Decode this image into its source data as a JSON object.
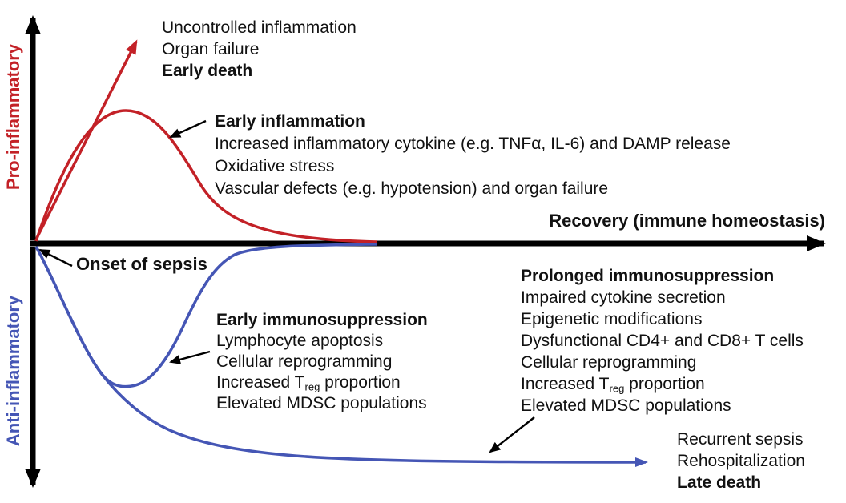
{
  "colors": {
    "pro_red": "#c32127",
    "anti_blue": "#4556b5",
    "axis_black": "#000000"
  },
  "axes": {
    "y_top_label": "Pro-inflammatory",
    "y_bottom_label": "Anti-inflammatory",
    "x_label": "Recovery (immune homeostasis)"
  },
  "onset": {
    "label": "Onset of sepsis"
  },
  "blocks": {
    "early_death": {
      "line1": "Uncontrolled inflammation",
      "line2": "Organ failure",
      "line3_bold": "Early death"
    },
    "early_inflammation": {
      "title": "Early inflammation",
      "line1": "Increased inflammatory cytokine (e.g. TNFα, IL-6) and DAMP release",
      "line2": "Oxidative stress",
      "line3": "Vascular defects (e.g. hypotension) and organ failure"
    },
    "early_immunosuppression": {
      "title": "Early immunosuppression",
      "line1": "Lymphocyte apoptosis",
      "line2": "Cellular reprogramming",
      "line3_prefix": "Increased T",
      "line3_sub": "reg",
      "line3_suffix": " proportion",
      "line4": "Elevated MDSC populations"
    },
    "prolonged_immunosuppression": {
      "title": "Prolonged immunosuppression",
      "line1": "Impaired cytokine secretion",
      "line2": "Epigenetic modifications",
      "line3": "Dysfunctional CD4+ and CD8+ T cells",
      "line4": "Cellular reprogramming",
      "line5_prefix": "Increased T",
      "line5_sub": "reg",
      "line5_suffix": " proportion",
      "line6": "Elevated MDSC populations"
    },
    "late_death": {
      "line1": "Recurrent sepsis",
      "line2": "Rehospitalization",
      "line3_bold": "Late death"
    }
  }
}
